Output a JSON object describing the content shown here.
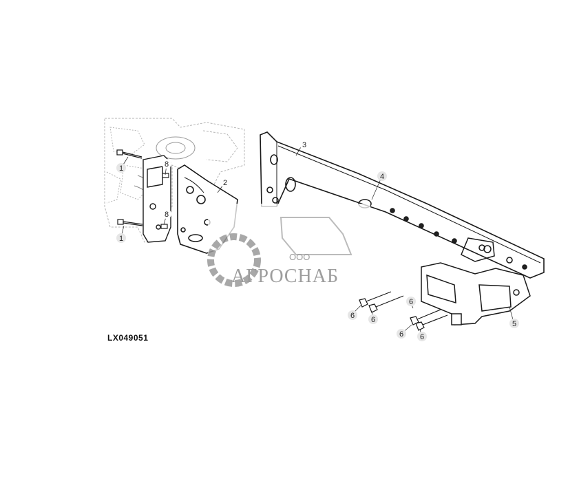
{
  "figure": {
    "code": "LX049051"
  },
  "callouts": [
    {
      "id": "c1a",
      "label": "1"
    },
    {
      "id": "c1b",
      "label": "1"
    },
    {
      "id": "c2",
      "label": "2"
    },
    {
      "id": "c3",
      "label": "3"
    },
    {
      "id": "c4",
      "label": "4"
    },
    {
      "id": "c5",
      "label": "5"
    },
    {
      "id": "c6a",
      "label": "6"
    },
    {
      "id": "c6b",
      "label": "6"
    },
    {
      "id": "c6c",
      "label": "6"
    },
    {
      "id": "c6d",
      "label": "6"
    },
    {
      "id": "c6e",
      "label": "6"
    },
    {
      "id": "c8a",
      "label": "8"
    },
    {
      "id": "c8b",
      "label": "8"
    }
  ],
  "watermark": {
    "company": "ООО",
    "name": "АГРОСНАБ"
  },
  "colors": {
    "line": "#1a1a1a",
    "ghost": "#b8b8b8",
    "callout_fill": "#e6e6e6",
    "watermark": "#8c8c8c"
  }
}
